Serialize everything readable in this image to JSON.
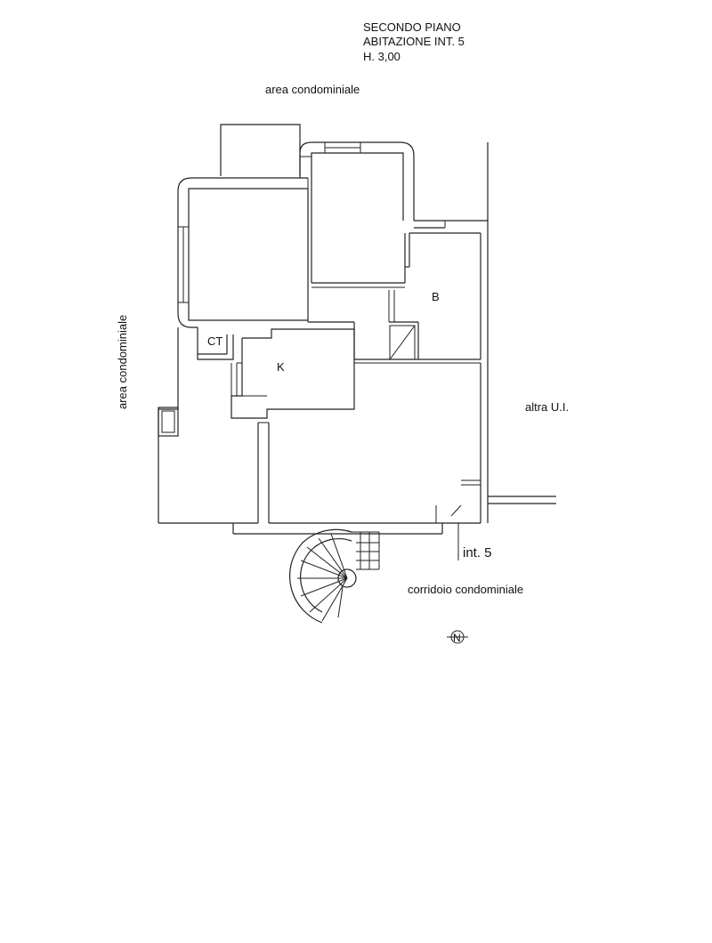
{
  "header": {
    "floor": "SECONDO PIANO",
    "unit": "ABITAZIONE  INT. 5",
    "height": "H. 3,00"
  },
  "labels": {
    "top_area": "area condominiale",
    "left_area": "area condominiale",
    "right_area": "altra U.I.",
    "corridor": "corridoio condominiale",
    "entrance": "int. 5"
  },
  "rooms": {
    "bath": "B",
    "kitchen": "K",
    "boiler": "CT"
  },
  "north": "N"
}
